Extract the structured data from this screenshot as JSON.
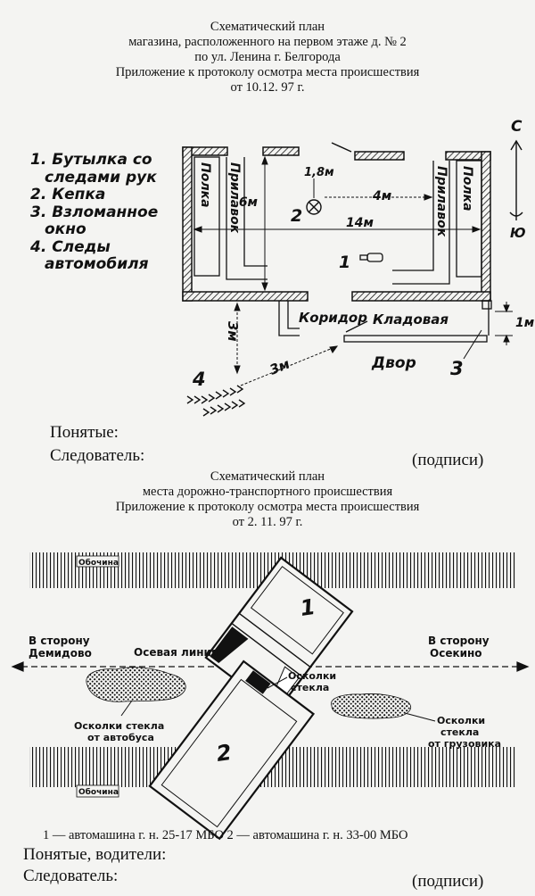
{
  "plan1": {
    "caption": [
      "Схематический план",
      "магазина, расположенного на первом этаже д. № 2",
      "по ул. Ленина г. Белгорода",
      "Приложение к протоколу осмотра места происшествия",
      "от 10.12. 97 г."
    ],
    "legend": [
      "1. Бутылка со",
      "следами рук",
      "2. Кепка",
      "3. Взломанное",
      "окно",
      "4. Следы",
      "автомобиля"
    ],
    "labels": {
      "shelf_left": "Полка",
      "counter_left": "Прилавок",
      "shelf_right": "Полка",
      "counter_right": "Прилавок",
      "dim_1_8": "1,8м",
      "dim_6": "6м",
      "dim_4": "4м",
      "dim_14": "14м",
      "mark_1": "1",
      "mark_2": "2",
      "mark_3": "3",
      "mark_4": "4",
      "corridor": "Коридор",
      "storage": "Кладовая",
      "dim_1m": "1м",
      "dim_3m_v": "3м",
      "dim_3m_d": "3м",
      "yard": "Двор",
      "north": "С",
      "south": "Ю"
    },
    "witnesses": "Понятые:",
    "investigator": "Следователь:",
    "signatures": "(подписи)"
  },
  "plan2": {
    "caption": [
      "Схематический план",
      "места дорожно-транспортного происшествия",
      "Приложение к протоколу осмотра места происшествия",
      "от 2. 11. 97 г."
    ],
    "labels": {
      "shoulder_top": "Обочина",
      "shoulder_bottom": "Обочина",
      "to_demidovo_1": "В сторону",
      "to_demidovo_2": "Демидово",
      "center_line": "Осевая линия",
      "to_osekino_1": "В сторону",
      "to_osekino_2": "Осекино",
      "glass_center_1": "Осколки",
      "glass_center_2": "стекла",
      "glass_bus_1": "Осколки стекла",
      "glass_bus_2": "от автобуса",
      "glass_truck_1": "Осколки",
      "glass_truck_2": "стекла",
      "glass_truck_3": "от грузовика",
      "vehicle_1": "1",
      "vehicle_2": "2"
    },
    "footnote": "1 — автомашина г. н. 25-17 МБО 2 — автомашина г. н. 33-00 МБО",
    "witnesses": "Понятые, водители:",
    "investigator": "Следователь:",
    "signatures": "(подписи)"
  }
}
